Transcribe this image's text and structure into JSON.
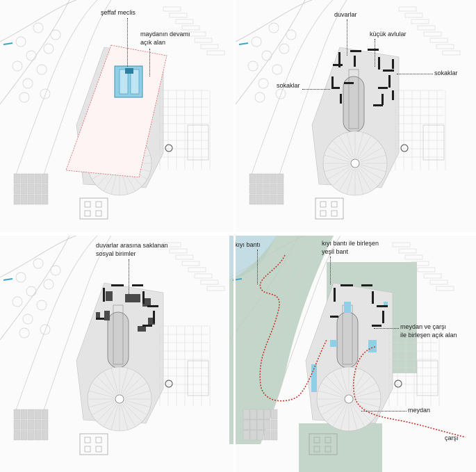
{
  "panels": [
    {
      "labels": {
        "transparent_assembly": "şeffaf meclis",
        "square_continuation_line1": "maydanın devamı",
        "square_continuation_line2": "açık alan"
      }
    },
    {
      "labels": {
        "walls": "duvarlar",
        "small_courtyards": "küçük avlular",
        "streets_right": "sokaklar",
        "streets_left": "sokaklar"
      }
    },
    {
      "labels": {
        "hidden_units_line1": "duvarlar arasına saklanan",
        "hidden_units_line2": "sosyal birimler"
      }
    },
    {
      "labels": {
        "coastal_strip": "kıyı bantı",
        "green_strip_line1": "kıyı bantı ile birleşen",
        "green_strip_line2": "yeşil bant",
        "open_area_line1": "meydan ve çarşı",
        "open_area_line2": "ile birleşen açık alan",
        "square": "meydan",
        "bazaar": "çarşı"
      }
    }
  ],
  "colors": {
    "highlight_blue": "#8fd0e6",
    "highlight_red": "#e06060",
    "wall_dark": "#1e1e1e",
    "unit_gray": "#4a4a4a",
    "green_fill": "#b9cfbf",
    "water_fill": "#c4dce4",
    "path_red": "#c0392b",
    "site_gray": "#e4e4e4"
  }
}
